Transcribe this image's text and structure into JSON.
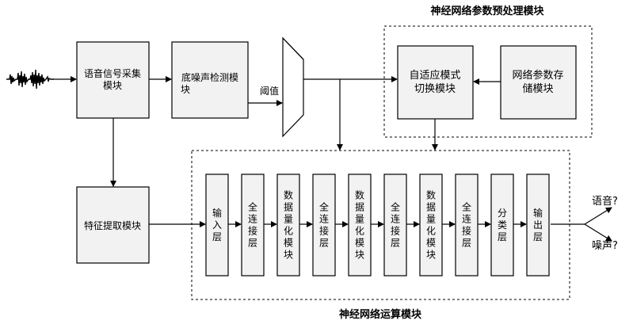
{
  "titles": {
    "preprocess_module": "神经网络参数预处理模块",
    "compute_module": "神经网络运算模块"
  },
  "blocks": {
    "voice_capture": [
      "语音信号采集",
      "模块"
    ],
    "noise_detect": [
      "底噪声检测模",
      "块"
    ],
    "adaptive_switch": [
      "自适应模式",
      "切换模块"
    ],
    "param_storage": [
      "网络参数存",
      "储模块"
    ],
    "feature_extract": "特征提取模块"
  },
  "labels": {
    "threshold": "阈值",
    "output_speech": "语音?",
    "output_noise": "噪声?"
  },
  "layers": [
    "输入层",
    "全连接层",
    "数据量化模块",
    "全连接层",
    "数据量化模块",
    "全连接层",
    "数据量化模块",
    "全连接层",
    "分类层",
    "输出层"
  ]
}
